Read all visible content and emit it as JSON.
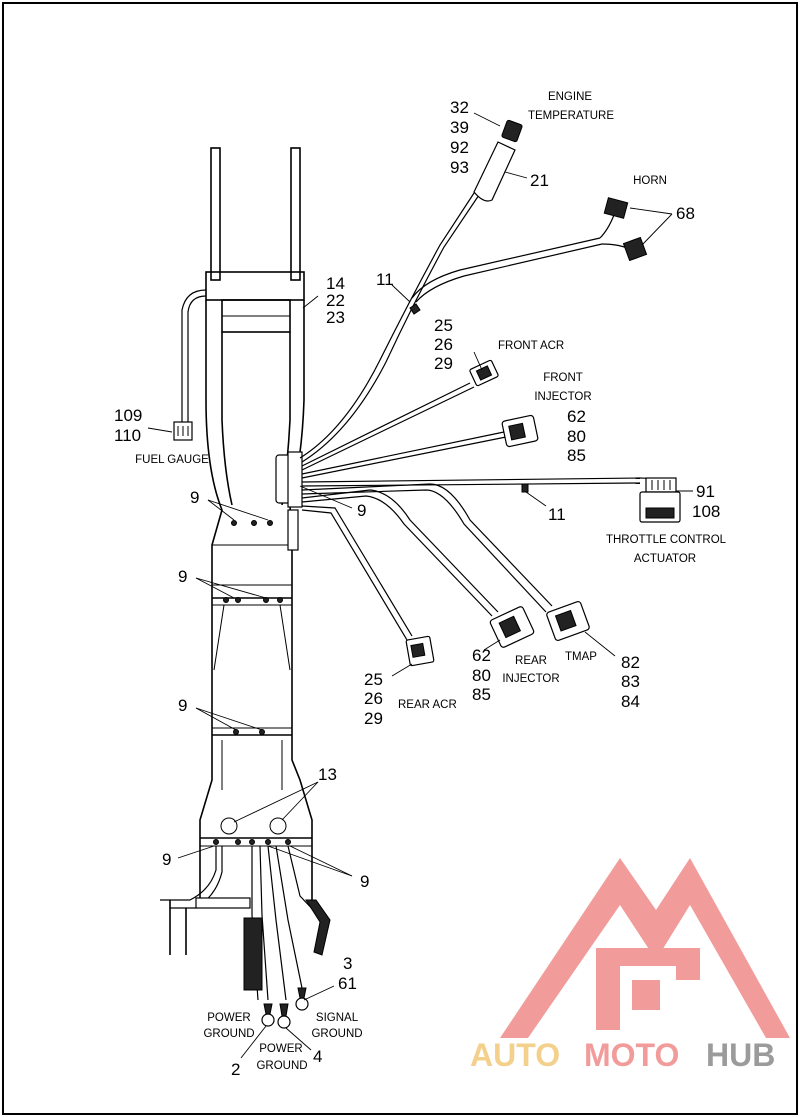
{
  "labels": {
    "engine_temp_nums": [
      "32",
      "39",
      "92",
      "93"
    ],
    "engine_temp_name": [
      "ENGINE",
      "TEMPERATURE"
    ],
    "num_21": "21",
    "horn_name": "HORN",
    "num_68": "68",
    "num_11_top": "11",
    "frame_nums": [
      "14",
      "22",
      "23"
    ],
    "front_acr_nums": [
      "25",
      "26",
      "29"
    ],
    "front_acr_name": "FRONT ACR",
    "front_injector_name": [
      "FRONT",
      "INJECTOR"
    ],
    "front_injector_nums": [
      "62",
      "80",
      "85"
    ],
    "fuel_gauge_nums": [
      "109",
      "110"
    ],
    "fuel_gauge_name": "FUEL GAUGE",
    "num_9": "9",
    "num_11_bottom": "11",
    "tca_nums": [
      "91",
      "108"
    ],
    "tca_name": [
      "THROTTLE CONTROL",
      "ACTUATOR"
    ],
    "rear_acr_nums": [
      "25",
      "26",
      "29"
    ],
    "rear_acr_name": "REAR ACR",
    "rear_injector_nums": [
      "62",
      "80",
      "85"
    ],
    "rear_injector_name": [
      "REAR",
      "INJECTOR"
    ],
    "tmap_name": "TMAP",
    "tmap_nums": [
      "82",
      "83",
      "84"
    ],
    "num_13": "13",
    "signal_nums": [
      "3",
      "61"
    ],
    "signal_ground_name": [
      "SIGNAL",
      "GROUND"
    ],
    "power_ground_left_name": [
      "POWER",
      "GROUND"
    ],
    "power_ground_right_name": [
      "POWER",
      "GROUND"
    ],
    "num_2": "2",
    "num_4": "4"
  },
  "watermark": {
    "part1": "AUTO",
    "part2": "MOTO",
    "part3": "HUB",
    "colors": {
      "auto": "#f2c878",
      "moto": "#f08a8a",
      "hub": "#8a8a8a",
      "logo": "#f08a8a"
    }
  }
}
